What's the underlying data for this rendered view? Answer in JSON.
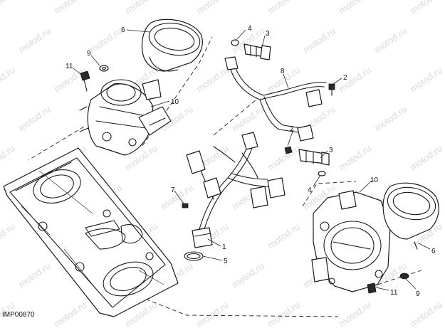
{
  "figure_code": "IMP00870",
  "watermark_text": "motod.ru",
  "callouts": [
    {
      "id": "c6a",
      "label": "6"
    },
    {
      "id": "c9a",
      "label": "9"
    },
    {
      "id": "c11a",
      "label": "11"
    },
    {
      "id": "c10a",
      "label": "10"
    },
    {
      "id": "c4a",
      "label": "4"
    },
    {
      "id": "c3a",
      "label": "3"
    },
    {
      "id": "c8",
      "label": "8"
    },
    {
      "id": "c2a",
      "label": "2"
    },
    {
      "id": "c2b",
      "label": "2"
    },
    {
      "id": "c3b",
      "label": "3"
    },
    {
      "id": "c4b",
      "label": "4"
    },
    {
      "id": "c7",
      "label": "7"
    },
    {
      "id": "c1",
      "label": "1"
    },
    {
      "id": "c5",
      "label": "5"
    },
    {
      "id": "c10b",
      "label": "10"
    },
    {
      "id": "c6b",
      "label": "6"
    },
    {
      "id": "c9b",
      "label": "9"
    },
    {
      "id": "c11b",
      "label": "11"
    }
  ]
}
